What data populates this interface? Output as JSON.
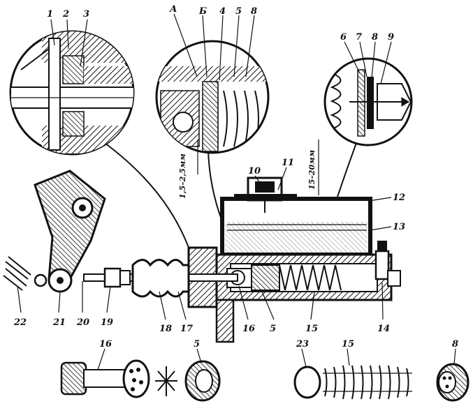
{
  "callouts": {
    "c1": "1",
    "c2": "2",
    "c3": "3",
    "cA": "А",
    "cB": "Б",
    "c4": "4",
    "c5a": "5",
    "c8a": "8",
    "c6": "6",
    "c7": "7",
    "c8b": "8",
    "c9": "9",
    "c10": "10",
    "c11": "11",
    "c12": "12",
    "c13": "13",
    "c14": "14",
    "c15a": "15",
    "c5b": "5",
    "c16a": "16",
    "c17": "17",
    "c18": "18",
    "c19": "19",
    "c20": "20",
    "c21": "21",
    "c22": "22",
    "c16b": "16",
    "c5c": "5",
    "c23": "23",
    "c15b": "15",
    "c8c": "8"
  },
  "dimensions": {
    "gap_a": "1,5–2,5мм",
    "gap_b": "15–20мм"
  }
}
